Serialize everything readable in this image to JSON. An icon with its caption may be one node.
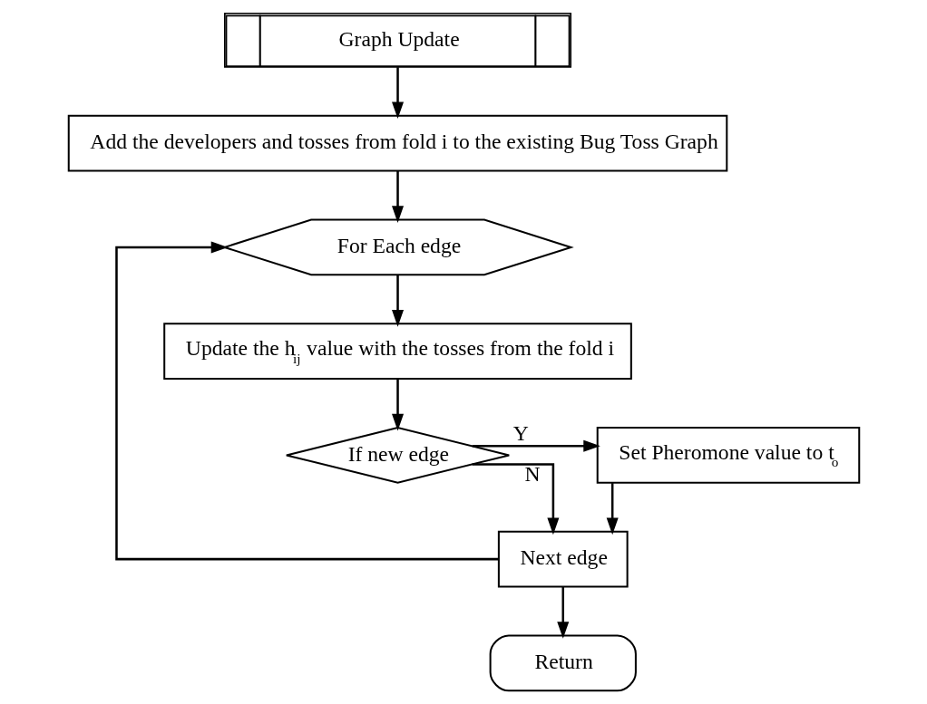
{
  "diagram": {
    "nodes": [
      {
        "text": [
          "Graph Update"
        ]
      },
      {
        "text": [
          "Add the developers and tosses from fold i to the existing Bug Toss Graph"
        ]
      },
      {
        "text": [
          "For Each edge"
        ]
      },
      {
        "text": [
          "Update the h$_{ij}$ value with the tosses from the fold i"
        ]
      },
      {
        "text": [
          "If new edge"
        ]
      },
      {
        "text": [
          "Set Pheromone value to t$_{o}$"
        ]
      },
      {
        "text": [
          "Next edge"
        ]
      },
      {
        "text": [
          "Return"
        ]
      }
    ],
    "edges": [
      {
        "from": 0,
        "to": 1,
        "arrow": "to"
      },
      {
        "from": 1,
        "to": 2,
        "arrow": "to"
      },
      {
        "from": 2,
        "to": 3,
        "arrow": "to"
      },
      {
        "from": 3,
        "to": 4,
        "arrow": "to"
      },
      {
        "from": 4,
        "to": 5,
        "arrow": "to",
        "label": "Y"
      },
      {
        "from": 4,
        "to": 6,
        "arrow": "to",
        "label": "N"
      },
      {
        "from": 5,
        "to": 6,
        "arrow": "to"
      },
      {
        "from": 6,
        "to": 2,
        "arrow": "to"
      },
      {
        "from": 6,
        "to": 7,
        "arrow": "to"
      }
    ]
  }
}
